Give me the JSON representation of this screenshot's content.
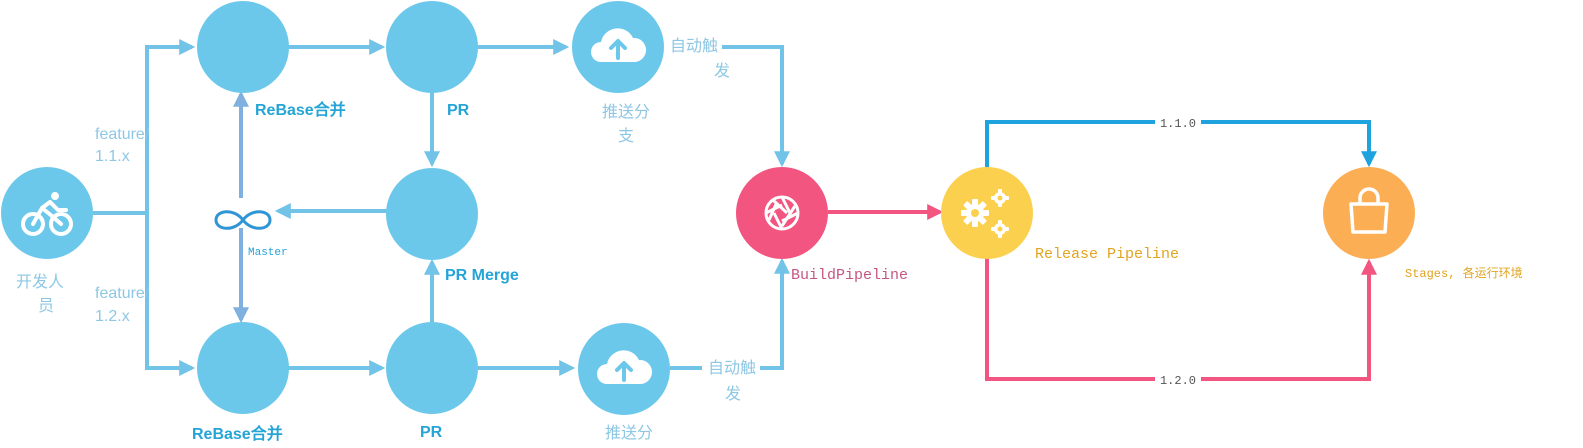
{
  "colors": {
    "flow_blue": "#72c3e8",
    "node_blue": "#6cc8ea",
    "master_blue": "#7fb0e0",
    "label_blue": "#25a4d6",
    "label_gray_blue": "#8ec7e4",
    "release_blue": "#1ea3de",
    "pink": "#f2557f",
    "yellow": "#fcd04f",
    "orange": "#fcae55",
    "gold_text": "#e2a41e",
    "buildpipe_text": "#c45782"
  },
  "nodes": {
    "developer": {
      "label_line1": "开发人",
      "label_line2": "员",
      "icon": "bicycle-icon"
    },
    "rebase_top": {
      "label": "ReBase合并"
    },
    "rebase_bottom": {
      "label": "ReBase合并"
    },
    "pr_top": {
      "label": "PR"
    },
    "pr_bottom": {
      "label": "PR"
    },
    "pr_merge": {
      "label": "PR Merge"
    },
    "push_top": {
      "label_line1": "推送分",
      "label_line2": "支",
      "icon": "cloud-upload-icon"
    },
    "push_bottom": {
      "label": "推送分",
      "icon": "cloud-upload-icon"
    },
    "master": {
      "label": "Master",
      "icon": "infinity-icon"
    },
    "build_pipeline": {
      "label": "BuildPipeline",
      "icon": "camera-shutter-icon"
    },
    "release_pipeline": {
      "label": "Release Pipeline",
      "icon": "gears-icon"
    },
    "stages": {
      "label": "Stages, 各运行环境",
      "icon": "shopping-bag-icon"
    }
  },
  "edges": {
    "feature_top": {
      "line1": "feature/",
      "line2": "1.1.x"
    },
    "feature_bottom": {
      "line1": "feature/",
      "line2": "1.2.x"
    },
    "auto_top": {
      "line1": "自动触",
      "line2": "发"
    },
    "auto_bottom": {
      "line1": "自动触",
      "line2": "发"
    },
    "release_top": {
      "label": "1.1.0"
    },
    "release_bottom": {
      "label": "1.2.0"
    }
  }
}
